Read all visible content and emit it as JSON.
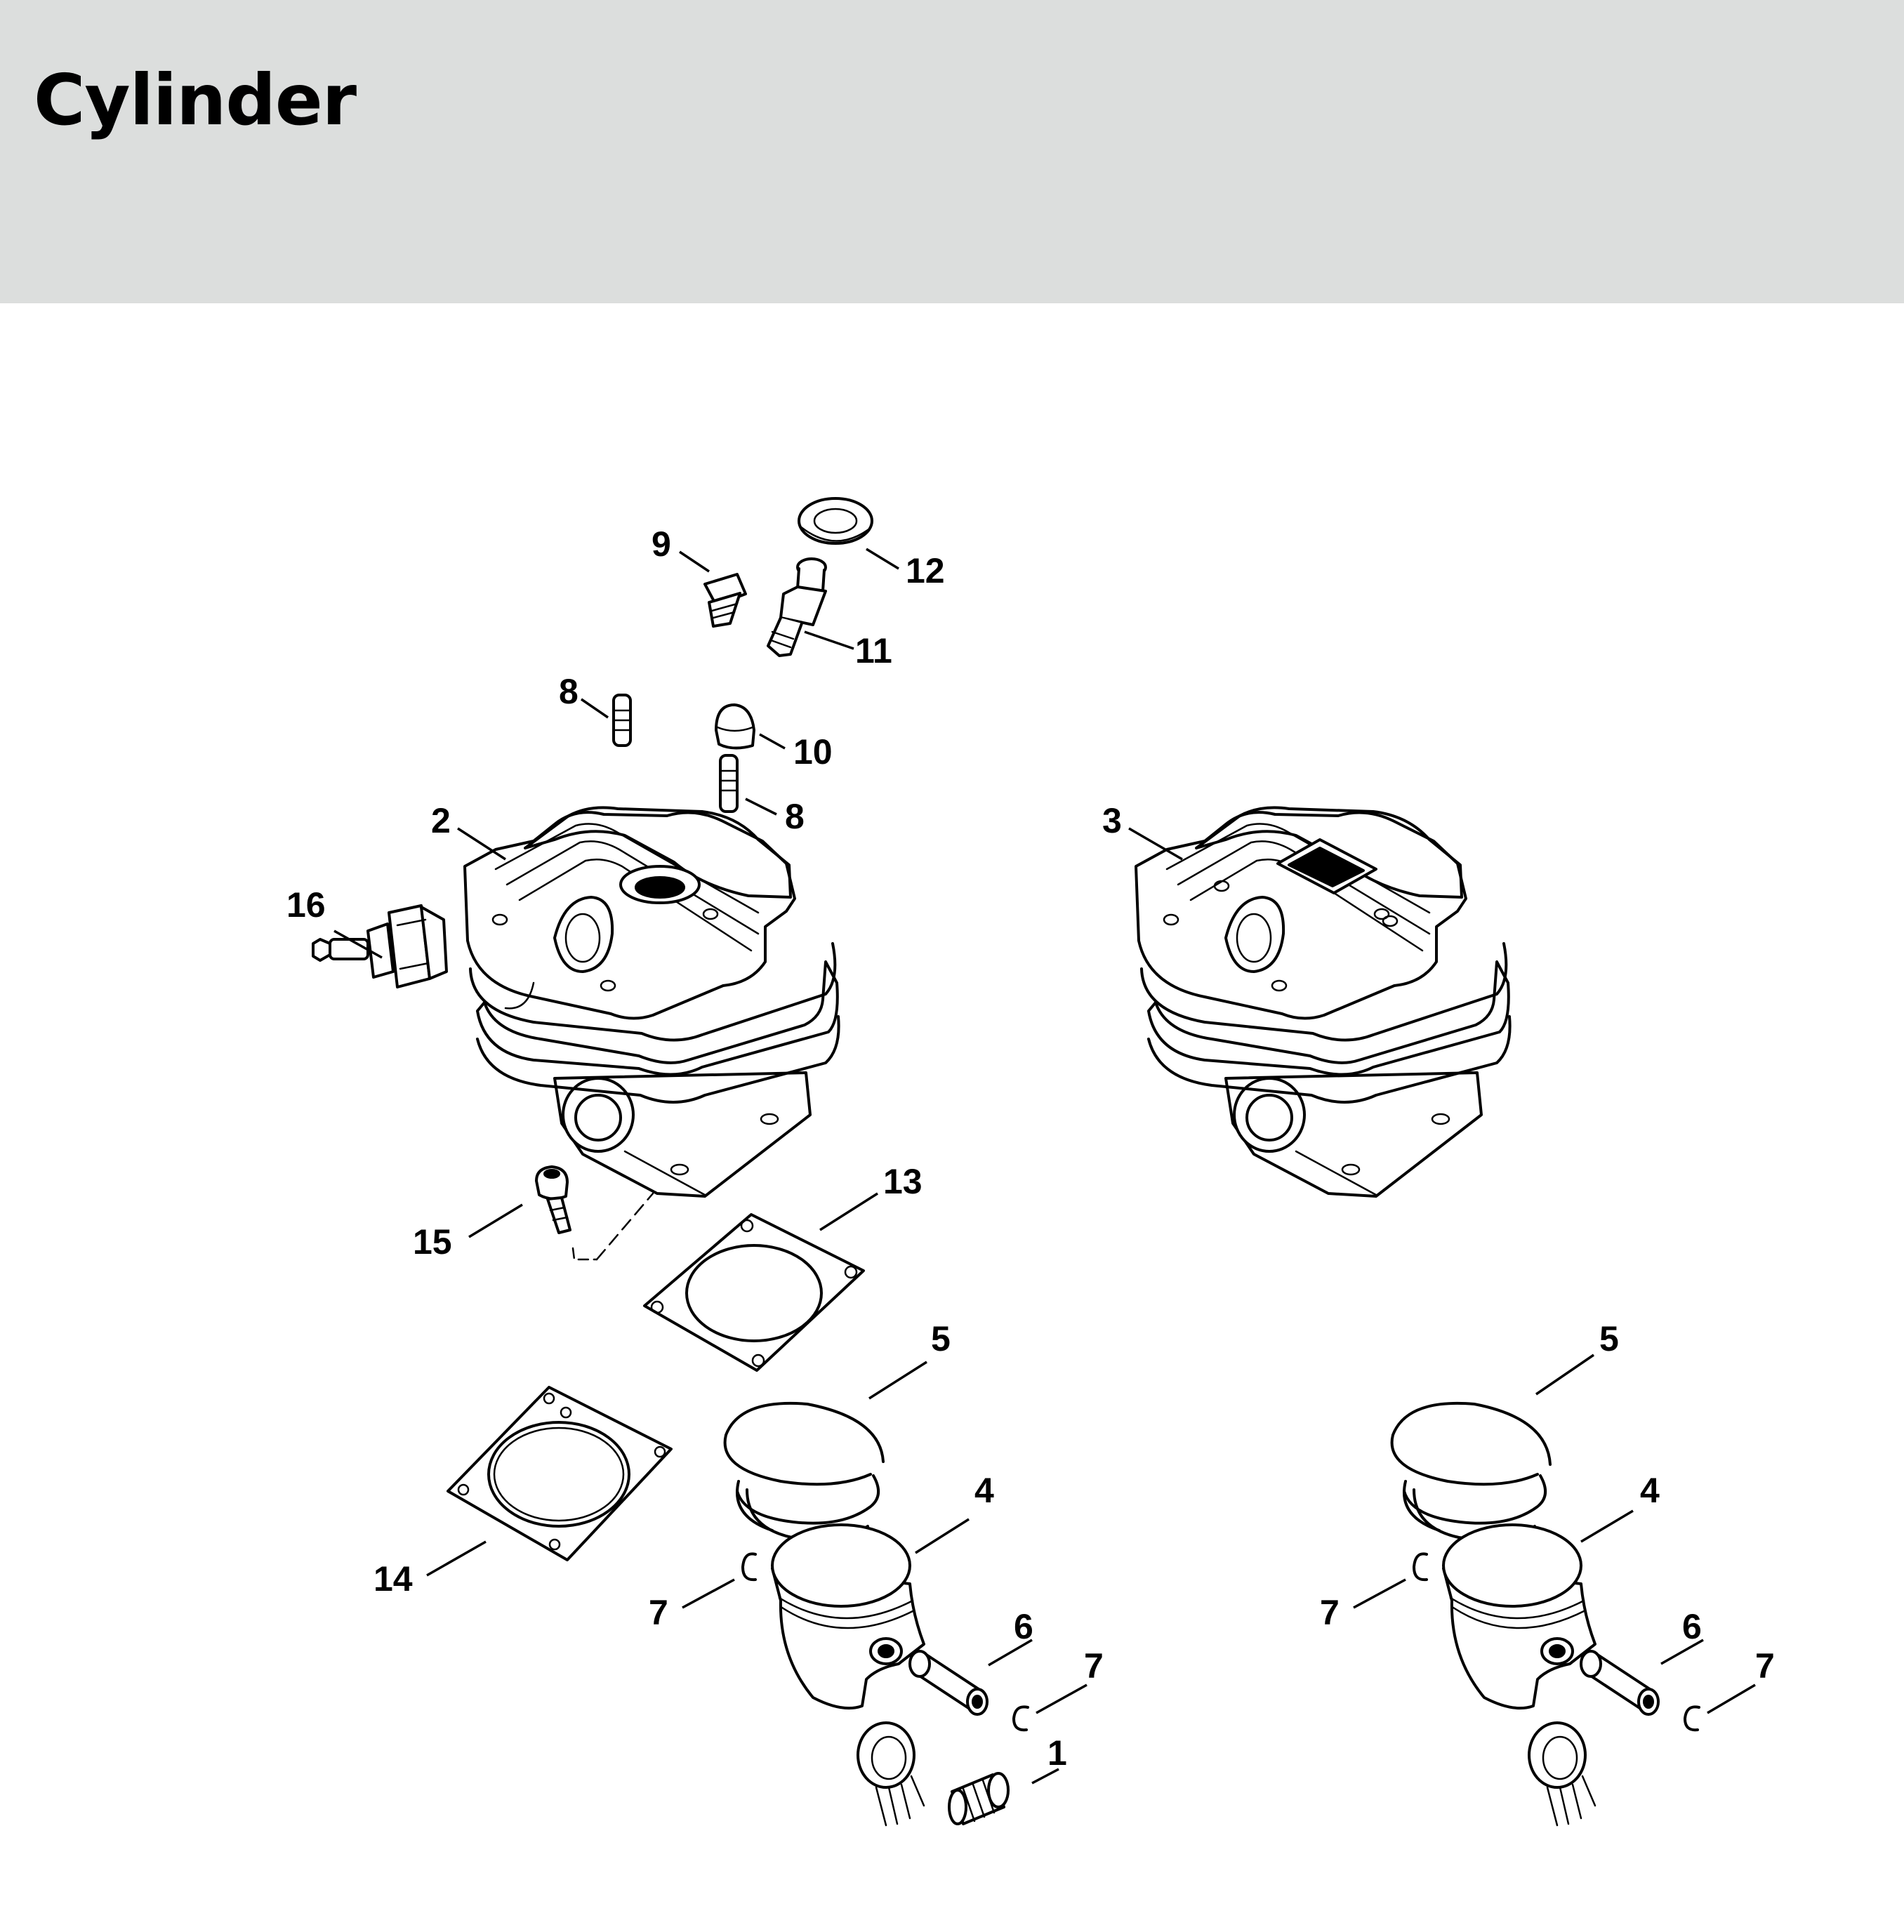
{
  "header": {
    "title": "Cylinder"
  },
  "callouts": {
    "c1": "1",
    "c2": "2",
    "c3": "3",
    "c4a": "4",
    "c4b": "4",
    "c5a": "5",
    "c5b": "5",
    "c6a": "6",
    "c6b": "6",
    "c7a": "7",
    "c7b": "7",
    "c7c": "7",
    "c7d": "7",
    "c8a": "8",
    "c8b": "8",
    "c9": "9",
    "c10": "10",
    "c11": "11",
    "c12": "12",
    "c13": "13",
    "c14": "14",
    "c15": "15",
    "c16": "16"
  }
}
